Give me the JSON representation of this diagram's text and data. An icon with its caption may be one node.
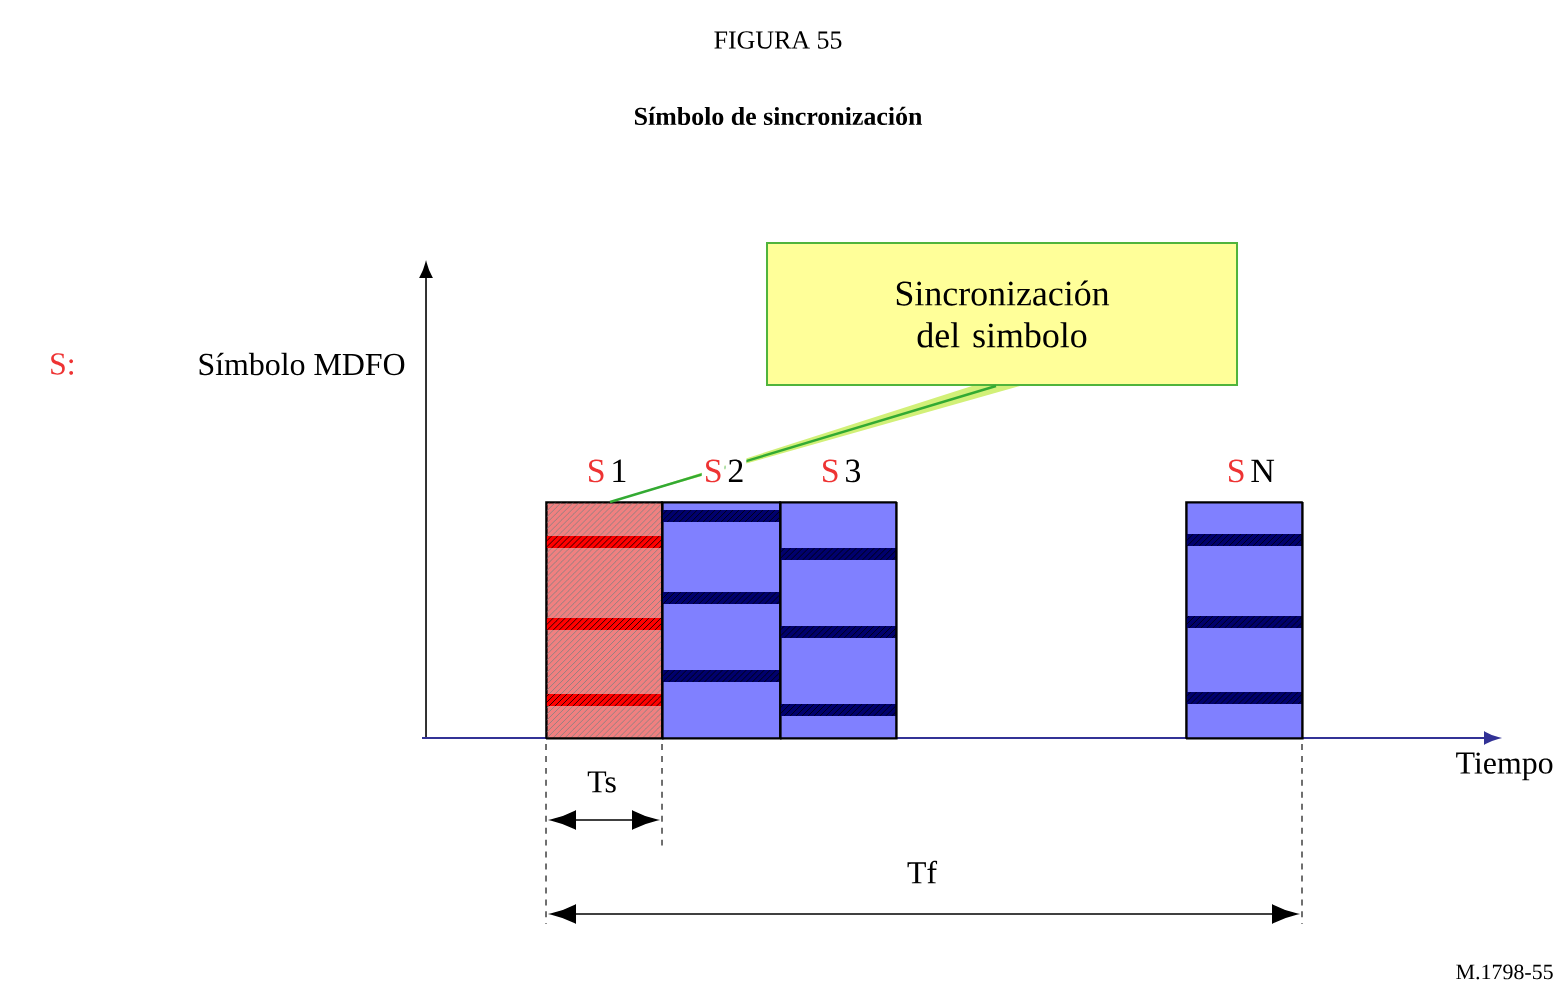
{
  "diagram": {
    "title": "Símbolo de sincronización",
    "nodes": [
      {
        "text": [
          "Sincronización del simbolo"
        ]
      },
      {
        "text": [],
        "shape": "bar",
        "beside": [
          "S",
          "1"
        ]
      },
      {
        "text": [],
        "shape": "bar",
        "beside": [
          "S",
          "2"
        ]
      },
      {
        "text": [],
        "shape": "bar",
        "beside": [
          "S",
          "3"
        ]
      },
      {
        "text": [],
        "shape": "bar",
        "beside": [
          "S",
          "N"
        ]
      }
    ],
    "edges": [
      {
        "from": 0,
        "to": 1,
        "arrow": "none",
        "color": "#33aa33"
      }
    ],
    "labels": [
      "FIGURA 55",
      "S:",
      "Símbolo MDFO",
      "Ts",
      "Tiempo",
      "Tf",
      "M.1798-55"
    ]
  }
}
